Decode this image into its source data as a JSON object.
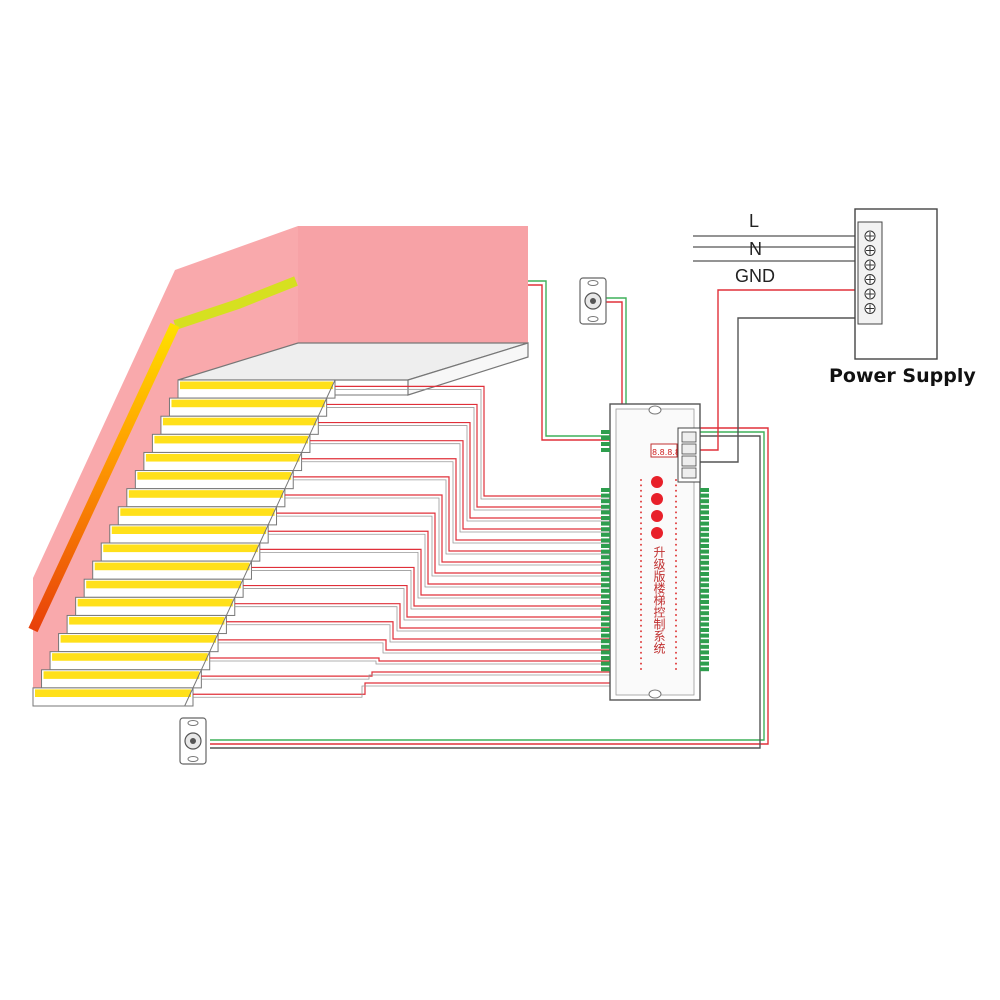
{
  "power_supply": {
    "title": "Power Supply",
    "inputs": [
      "L",
      "N",
      "GND"
    ]
  },
  "controller": {
    "label": "升级版楼梯控制系统",
    "display": "8.8.8.8"
  },
  "stairs": {
    "step_count": 18
  },
  "sensors": [
    {
      "position": "top"
    },
    {
      "position": "bottom"
    }
  ],
  "colors": {
    "wall": "#f9a9ac",
    "step_led": "#ffe01a",
    "wire_red": "#e0303a",
    "wire_green": "#3fb05a",
    "wire_grey": "#555555",
    "controller_led": "#e8202a"
  },
  "icons": {
    "sensor": "motion-sensor-icon",
    "terminal": "screw-terminal-icon"
  }
}
